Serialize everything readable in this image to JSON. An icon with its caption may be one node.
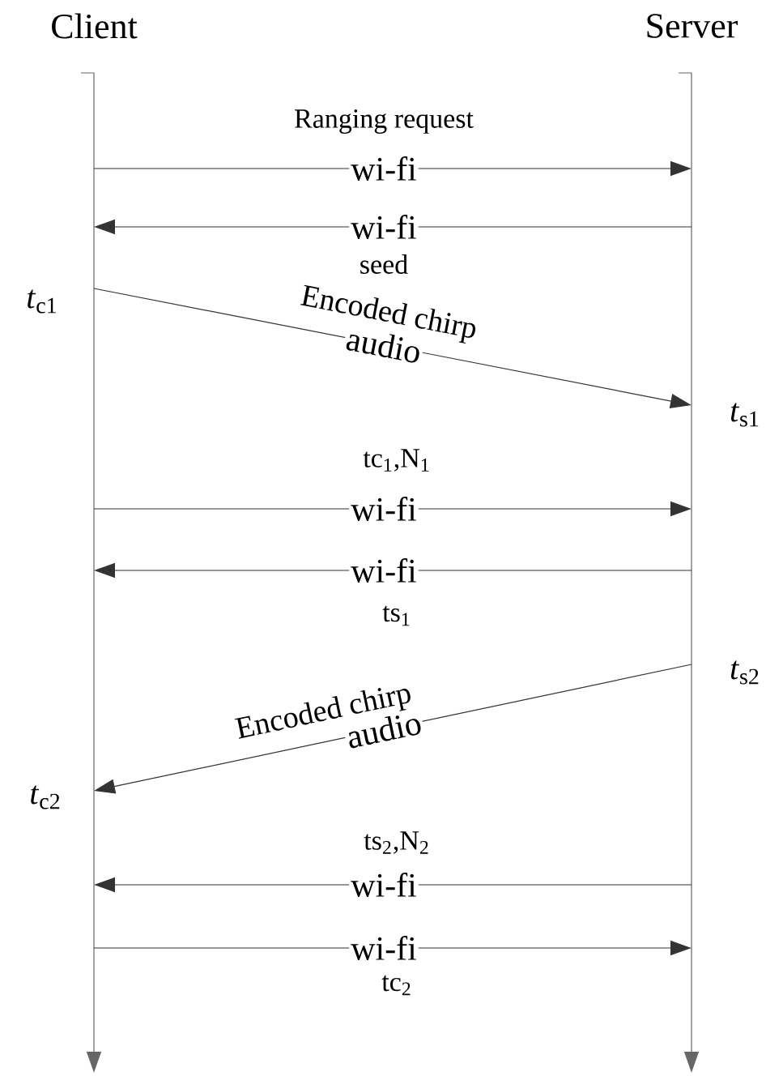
{
  "diagram": {
    "nodes": [
      {
        "text": [
          "Client"
        ]
      },
      {
        "text": [
          "Server"
        ]
      }
    ],
    "edges": [
      {
        "from": 0,
        "to": 1,
        "arrow": "to",
        "label": "wi-fi"
      },
      {
        "from": 1,
        "to": 0,
        "arrow": "to",
        "label": "wi-fi"
      },
      {
        "from": 0,
        "to": 1,
        "arrow": "to",
        "label": "audio"
      },
      {
        "from": 0,
        "to": 1,
        "arrow": "to",
        "label": "wi-fi"
      },
      {
        "from": 1,
        "to": 0,
        "arrow": "to",
        "label": "wi-fi"
      },
      {
        "from": 1,
        "to": 0,
        "arrow": "to",
        "label": "audio"
      },
      {
        "from": 1,
        "to": 0,
        "arrow": "to",
        "label": "wi-fi"
      },
      {
        "from": 0,
        "to": 1,
        "arrow": "to",
        "label": "wi-fi"
      }
    ],
    "labels": [
      "Ranging request",
      "seed",
      "*t*$_{c1}$",
      "Encoded chirp",
      "*t*$_{s1}$",
      "tc$_{1}$,N$_{1}$",
      "ts$_{1}$",
      "Encoded chirp",
      "*t*$_{s2}$",
      "*t*$_{c2}$",
      "ts$_{2}$,N$_{2}$",
      "tc$_{2}$"
    ]
  }
}
